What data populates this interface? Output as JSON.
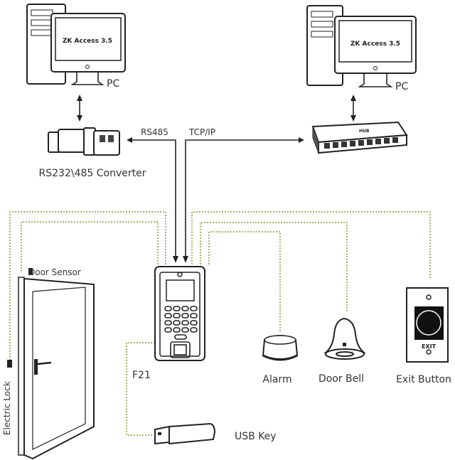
{
  "colors": {
    "wire": "#222222",
    "dotted_wire": "#a8b36a"
  },
  "left_pc": {
    "screen_text": "ZK Access 3.5",
    "label": "PC"
  },
  "right_pc": {
    "screen_text": "ZK Access 3.5",
    "label": "PC"
  },
  "converter": {
    "label": "RS232\\485 Converter"
  },
  "hub": {
    "brand": "HUB"
  },
  "links": {
    "rs485": "RS485",
    "tcpip": "TCP/IP"
  },
  "device": {
    "label": "F21"
  },
  "door": {
    "sensor_label": "Door Sensor",
    "lock_label": "Electric Lock"
  },
  "alarm": {
    "label": "Alarm"
  },
  "bell": {
    "label": "Door Bell"
  },
  "exit_button": {
    "label": "Exit Button",
    "face_text": "EXIT"
  },
  "usb": {
    "label": "USB Key"
  }
}
